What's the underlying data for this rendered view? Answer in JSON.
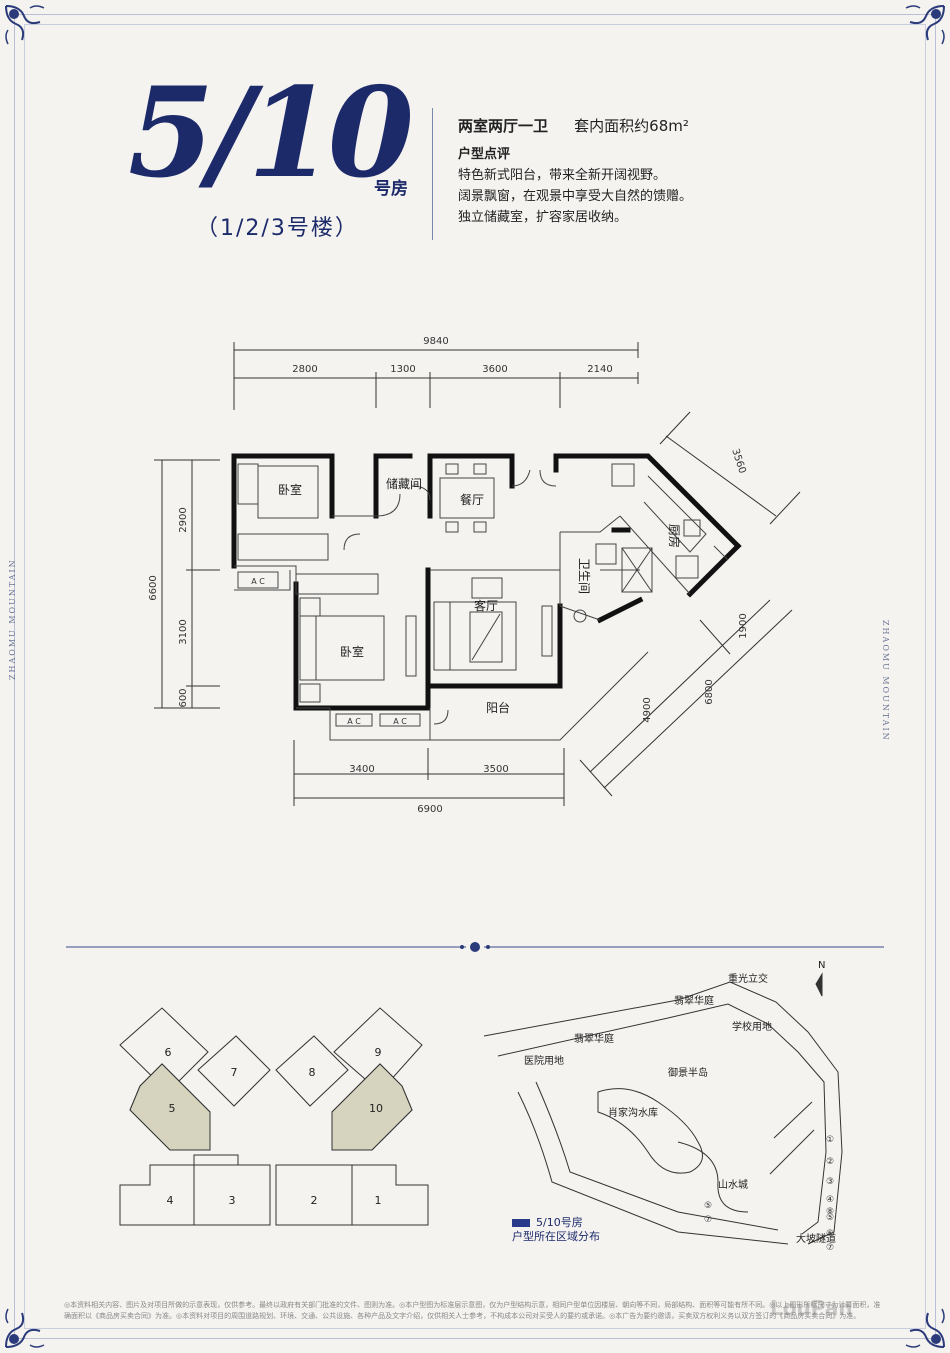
{
  "header": {
    "unit_number": "5/10",
    "unit_suffix": "号房",
    "building": "（1/2/3号楼）",
    "layout_type": "两室两厅一卫",
    "area_text": "套内面积约68m²",
    "review_title": "户型点评",
    "review_lines": [
      "特色新式阳台，带来全新开阔视野。",
      "阔景飘窗，在观景中享受大自然的馈赠。",
      "独立储藏室，扩容家居收纳。"
    ]
  },
  "side_text": "ZHAOMU MOUNTAIN",
  "floorplan": {
    "dims_top_total": "9840",
    "dims_top": [
      "2800",
      "1300",
      "3600",
      "2140"
    ],
    "dims_left_total": "6600",
    "dims_left": [
      "2900",
      "3100",
      "600"
    ],
    "dims_bottom": [
      "3400",
      "3500"
    ],
    "dims_bottom_total": "6900",
    "dims_diag": [
      "3560",
      "1900",
      "4900",
      "6800"
    ],
    "rooms": {
      "bedroom1": "卧室",
      "storage": "储藏间",
      "dining": "餐厅",
      "kitchen": "厨房",
      "bathroom": "卫生间",
      "living": "客厅",
      "bedroom2": "卧室",
      "balcony": "阳台"
    },
    "ac_label": "A C"
  },
  "key_plan": {
    "units": [
      "6",
      "5",
      "7",
      "8",
      "9",
      "10",
      "4",
      "3",
      "2",
      "1"
    ]
  },
  "site_map": {
    "labels": {
      "intersection": "重光立交",
      "feicui_huating_top": "翡翠华庭",
      "school": "学校用地",
      "feicui_huating": "翡翠华庭",
      "hospital": "医院用地",
      "yujing": "御景半岛",
      "xiaojia": "肖家沟水库",
      "shanshui": "山水城",
      "tunnel": "大坡隧道",
      "north": "N"
    },
    "markers": [
      "①",
      "②",
      "③",
      "④",
      "⑤",
      "⑥",
      "⑦",
      "⑧",
      "⑤",
      "⑦"
    ]
  },
  "legend": {
    "title": "5/10号房",
    "subtitle": "户型所在区域分布"
  },
  "disclaimer": "◎本资料相关内容、图片及对项目所做的示意表现，仅供参考。最终以政府有关部门批准的文件、图则为准。◎本户型图为标准层示意图，仅为户型结构示意，相同户型单位因楼层、朝向等不同，局部结构、面积等可能有所不同。◎以上图形所标尺寸为计算面积，准确面积以《商品房买卖合同》为准。◎本资料对项目的周围道路规划、环境、交通、公共设施、各种产品及文字介绍，仅供相关人士参考，不构成本公司对买受人的要约或承诺。◎本广告为要约邀请，买卖双方权利义务以双方签订的《商品房买卖合同》为准。",
  "watermark": "LouPan",
  "colors": {
    "brand": "#1c2a6a",
    "highlight": "#d6d4bf",
    "legend": "#2a3a8a"
  }
}
